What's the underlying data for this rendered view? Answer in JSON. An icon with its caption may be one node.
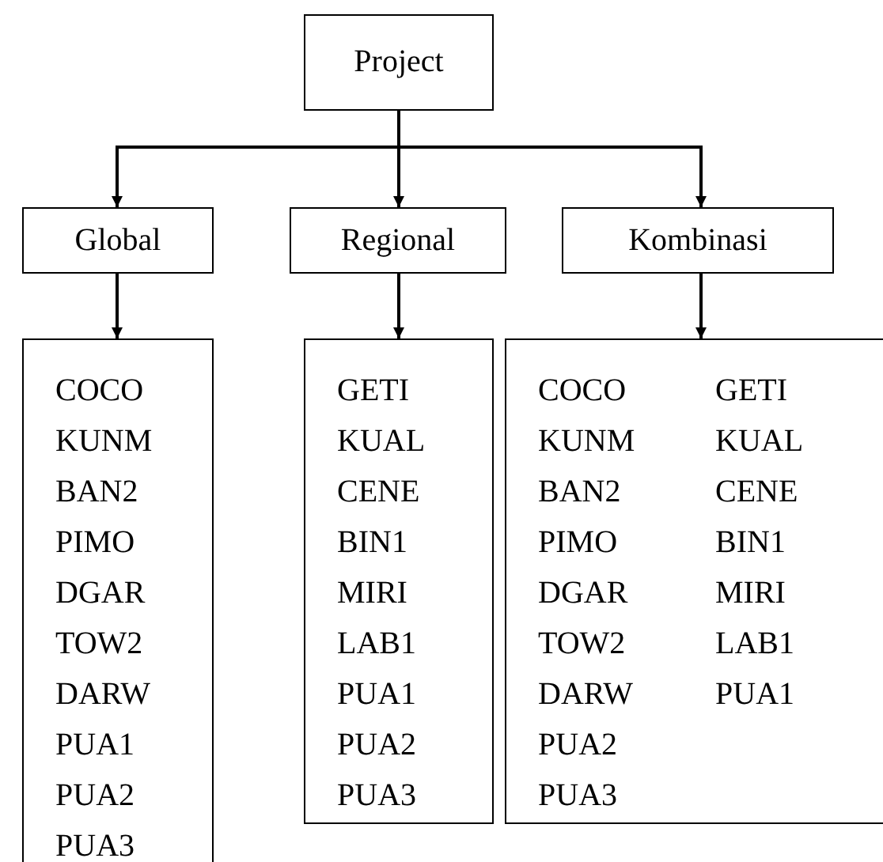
{
  "diagram": {
    "nodes": [
      {
        "text": [
          "Project"
        ]
      },
      {
        "text": [
          "Global"
        ]
      },
      {
        "text": [
          "Regional"
        ]
      },
      {
        "text": [
          "Kombinasi"
        ]
      },
      {
        "text": [
          "COCO",
          "KUNM",
          "BAN2",
          "PIMO",
          "DGAR",
          "TOW2",
          "DARW",
          "PUA1",
          "PUA2",
          "PUA3"
        ]
      },
      {
        "text": [
          "GETI",
          "KUAL",
          "CENE",
          "BIN1",
          "MIRI",
          "LAB1",
          "PUA1",
          "PUA2",
          "PUA3"
        ]
      },
      {
        "text": [
          "COCO",
          "KUNM",
          "BAN2",
          "PIMO",
          "DGAR",
          "TOW2",
          "DARW",
          "PUA2",
          "PUA3",
          "GETI",
          "KUAL",
          "CENE",
          "BIN1",
          "MIRI",
          "LAB1",
          "PUA1"
        ]
      }
    ],
    "edges": [
      {
        "from": 0,
        "to": 1,
        "arrow": "to"
      },
      {
        "from": 0,
        "to": 2,
        "arrow": "to"
      },
      {
        "from": 0,
        "to": 3,
        "arrow": "to"
      },
      {
        "from": 1,
        "to": 4,
        "arrow": "to"
      },
      {
        "from": 2,
        "to": 5,
        "arrow": "to"
      },
      {
        "from": 3,
        "to": 6,
        "arrow": "to"
      }
    ]
  }
}
